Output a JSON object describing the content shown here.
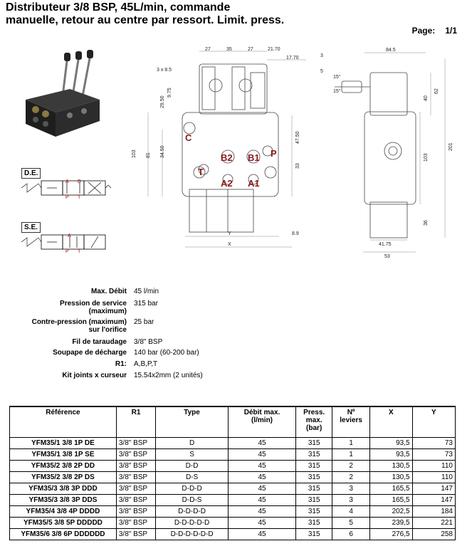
{
  "doc": {
    "title_line1": "Distributeur 3/8 BSP, 45L/min, commande",
    "title_line2": "manuelle, retour au centre par ressort. Limit. press.",
    "page_label": "Page:",
    "page_value": "1/1"
  },
  "schematics": [
    {
      "tag": "D.E.",
      "labels": [
        "A",
        "B",
        "P",
        "T"
      ]
    },
    {
      "tag": "S.E.",
      "labels": [
        "A",
        "P",
        "T"
      ]
    }
  ],
  "drawing": {
    "front_dims": [
      "27",
      "35",
      "27",
      "21.70",
      "17.70",
      "3 x 8.5",
      "9.75",
      "29.50",
      "34.50",
      "81",
      "103",
      "47.50",
      "33",
      "Y",
      "8.9",
      "X"
    ],
    "ports": [
      "C",
      "B2",
      "B1",
      "P",
      "T",
      "A2",
      "A1"
    ],
    "side_dims": [
      "84.5",
      "3",
      "5",
      "15°",
      "15°",
      "62",
      "40",
      "103",
      "201",
      "36",
      "41.75",
      "53"
    ]
  },
  "specs": [
    {
      "label": [
        "Max. Débit"
      ],
      "value": "45 l/min"
    },
    {
      "label": [
        "Pression de service",
        "(maximum)"
      ],
      "value": "315 bar"
    },
    {
      "label": [
        "Contre-pression (maximum)",
        "sur l'orifice"
      ],
      "value": "25 bar"
    },
    {
      "label": [
        "Fil de taraudage"
      ],
      "value": "3/8\" BSP"
    },
    {
      "label": [
        "Soupape de décharge"
      ],
      "value": "140 bar (60-200 bar)"
    },
    {
      "label": [
        "R1:"
      ],
      "value": "A,B,P,T"
    },
    {
      "label": [
        "Kit joints x curseur"
      ],
      "value": "15.54x2mm (2 unités)"
    }
  ],
  "table": {
    "headers": [
      "Référence",
      "R1",
      "Type",
      "Débit max.\n(l/min)",
      "Press.\nmax.\n(bar)",
      "Nº\nleviers",
      "X",
      "Y"
    ],
    "rows": [
      [
        "YFM35/1 3/8 1P DE",
        "3/8\" BSP",
        "D",
        "45",
        "315",
        "1",
        "93,5",
        "73"
      ],
      [
        "YFM35/1 3/8 1P SE",
        "3/8\" BSP",
        "S",
        "45",
        "315",
        "1",
        "93,5",
        "73"
      ],
      [
        "YFM35/2 3/8 2P DD",
        "3/8\" BSP",
        "D-D",
        "45",
        "315",
        "2",
        "130,5",
        "110"
      ],
      [
        "YFM35/2 3/8 2P DS",
        "3/8\" BSP",
        "D-S",
        "45",
        "315",
        "2",
        "130,5",
        "110"
      ],
      [
        "YFM35/3 3/8 3P DDD",
        "3/8\" BSP",
        "D-D-D",
        "45",
        "315",
        "3",
        "165,5",
        "147"
      ],
      [
        "YFM35/3 3/8 3P DDS",
        "3/8\" BSP",
        "D-D-S",
        "45",
        "315",
        "3",
        "165,5",
        "147"
      ],
      [
        "YFM35/4 3/8 4P DDDD",
        "3/8\" BSP",
        "D-D-D-D",
        "45",
        "315",
        "4",
        "202,5",
        "184"
      ],
      [
        "YFM35/5 3/8 5P DDDDD",
        "3/8\" BSP",
        "D-D-D-D-D",
        "45",
        "315",
        "5",
        "239,5",
        "221"
      ],
      [
        "YFM35/6 3/8 6P DDDDDD",
        "3/8\" BSP",
        "D-D-D-D-D-D",
        "45",
        "315",
        "6",
        "276,5",
        "258"
      ]
    ]
  }
}
